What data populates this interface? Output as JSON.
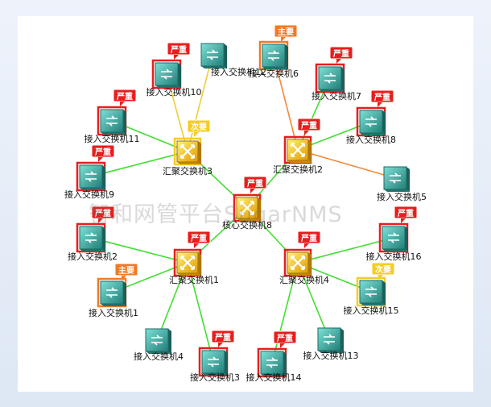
{
  "topology": {
    "watermark": "智和网管平台SugarNMS",
    "nodes": [
      {
        "id": "core",
        "label": "核心交换机8",
        "kind": "core",
        "alarm": "严重"
      },
      {
        "id": "agg1",
        "label": "汇聚交换机1",
        "kind": "aggregation",
        "alarm": "严重"
      },
      {
        "id": "agg2",
        "label": "汇聚交换机2",
        "kind": "aggregation",
        "alarm": "严重"
      },
      {
        "id": "agg3",
        "label": "汇聚交换机3",
        "kind": "aggregation",
        "alarm": "次要"
      },
      {
        "id": "agg4",
        "label": "汇聚交换机4",
        "kind": "aggregation",
        "alarm": "严重"
      },
      {
        "id": "acc1",
        "label": "接入交换机1",
        "kind": "access",
        "alarm": "主要"
      },
      {
        "id": "acc2",
        "label": "接入交换机2",
        "kind": "access",
        "alarm": "严重"
      },
      {
        "id": "acc3",
        "label": "接入交换机3",
        "kind": "access",
        "alarm": "严重"
      },
      {
        "id": "acc4",
        "label": "接入交换机4",
        "kind": "access",
        "alarm": null
      },
      {
        "id": "acc5",
        "label": "接入交换机5",
        "kind": "access",
        "alarm": null
      },
      {
        "id": "acc6",
        "label": "接入交换机6",
        "kind": "access",
        "alarm": "主要"
      },
      {
        "id": "acc7",
        "label": "接入交换机7",
        "kind": "access",
        "alarm": "严重"
      },
      {
        "id": "acc8",
        "label": "接入交换机8",
        "kind": "access",
        "alarm": "严重"
      },
      {
        "id": "acc9",
        "label": "接入交换机9",
        "kind": "access",
        "alarm": "严重"
      },
      {
        "id": "acc10",
        "label": "接入交换机10",
        "kind": "access",
        "alarm": "严重"
      },
      {
        "id": "acc11",
        "label": "接入交换机11",
        "kind": "access",
        "alarm": "严重"
      },
      {
        "id": "acc12",
        "label": "接入交换机12",
        "kind": "access",
        "alarm": null
      },
      {
        "id": "acc13",
        "label": "接入交换机13",
        "kind": "access",
        "alarm": null
      },
      {
        "id": "acc14",
        "label": "接入交换机14",
        "kind": "access",
        "alarm": "严重"
      },
      {
        "id": "acc15",
        "label": "接入交换机15",
        "kind": "access",
        "alarm": "次要"
      },
      {
        "id": "acc16",
        "label": "接入交换机16",
        "kind": "access",
        "alarm": "严重"
      }
    ],
    "links": [
      {
        "from": "core",
        "to": "agg1",
        "status": "normal"
      },
      {
        "from": "core",
        "to": "agg2",
        "status": "normal"
      },
      {
        "from": "core",
        "to": "agg3",
        "status": "normal"
      },
      {
        "from": "core",
        "to": "agg4",
        "status": "normal"
      },
      {
        "from": "agg1",
        "to": "acc1",
        "status": "normal"
      },
      {
        "from": "agg1",
        "to": "acc2",
        "status": "normal"
      },
      {
        "from": "agg1",
        "to": "acc3",
        "status": "normal"
      },
      {
        "from": "agg1",
        "to": "acc4",
        "status": "normal"
      },
      {
        "from": "agg2",
        "to": "acc5",
        "status": "major"
      },
      {
        "from": "agg2",
        "to": "acc6",
        "status": "major"
      },
      {
        "from": "agg2",
        "to": "acc7",
        "status": "normal"
      },
      {
        "from": "agg2",
        "to": "acc8",
        "status": "normal"
      },
      {
        "from": "agg3",
        "to": "acc9",
        "status": "normal"
      },
      {
        "from": "agg3",
        "to": "acc10",
        "status": "minor"
      },
      {
        "from": "agg3",
        "to": "acc11",
        "status": "normal"
      },
      {
        "from": "agg3",
        "to": "acc12",
        "status": "minor"
      },
      {
        "from": "agg4",
        "to": "acc13",
        "status": "normal"
      },
      {
        "from": "agg4",
        "to": "acc14",
        "status": "normal"
      },
      {
        "from": "agg4",
        "to": "acc15",
        "status": "normal"
      },
      {
        "from": "agg4",
        "to": "acc16",
        "status": "normal"
      }
    ],
    "colors": {
      "link_normal": "#44dd33",
      "link_major": "#f08a3c",
      "link_minor": "#f2cc33",
      "alarm_critical": "#e81e1e",
      "alarm_major": "#f07a28",
      "alarm_minor": "#f5cc22",
      "access_icon": "#3aa8a0",
      "aggregation_icon": "#f5c518"
    }
  }
}
